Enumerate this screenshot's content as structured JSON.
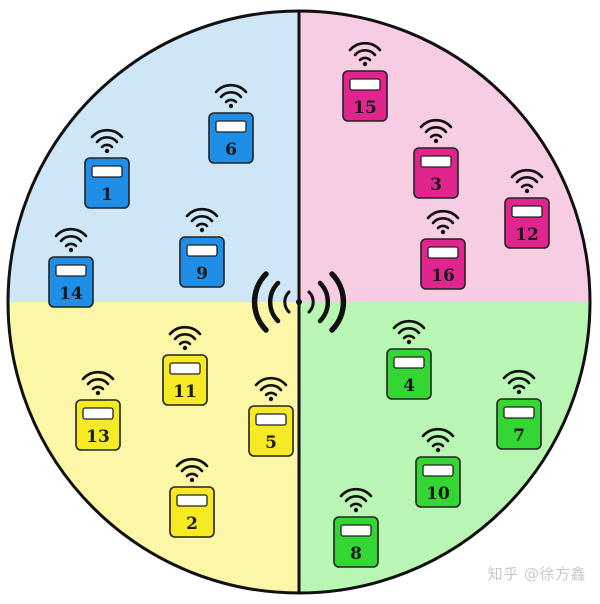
{
  "quadrants": [
    {
      "name": "top-left",
      "color": "#cfe6f7",
      "device_color": "#1f8ee6"
    },
    {
      "name": "top-right",
      "color": "#f7cde4",
      "device_color": "#e0258f"
    },
    {
      "name": "bottom-left",
      "color": "#fbf7a6",
      "device_color": "#f6ea25"
    },
    {
      "name": "bottom-right",
      "color": "#b9f5b3",
      "device_color": "#33d633"
    }
  ],
  "devices": [
    {
      "label": "1",
      "quadrant": 0
    },
    {
      "label": "6",
      "quadrant": 0
    },
    {
      "label": "9",
      "quadrant": 0
    },
    {
      "label": "14",
      "quadrant": 0
    },
    {
      "label": "15",
      "quadrant": 1
    },
    {
      "label": "3",
      "quadrant": 1
    },
    {
      "label": "12",
      "quadrant": 1
    },
    {
      "label": "16",
      "quadrant": 1
    },
    {
      "label": "11",
      "quadrant": 2
    },
    {
      "label": "13",
      "quadrant": 2
    },
    {
      "label": "5",
      "quadrant": 2
    },
    {
      "label": "2",
      "quadrant": 2
    },
    {
      "label": "4",
      "quadrant": 3
    },
    {
      "label": "7",
      "quadrant": 3
    },
    {
      "label": "10",
      "quadrant": 3
    },
    {
      "label": "8",
      "quadrant": 3
    }
  ],
  "center_icon": "broadcast-antenna-icon",
  "device_icon": "wifi-icon",
  "watermark": "知乎 @徐方鑫"
}
